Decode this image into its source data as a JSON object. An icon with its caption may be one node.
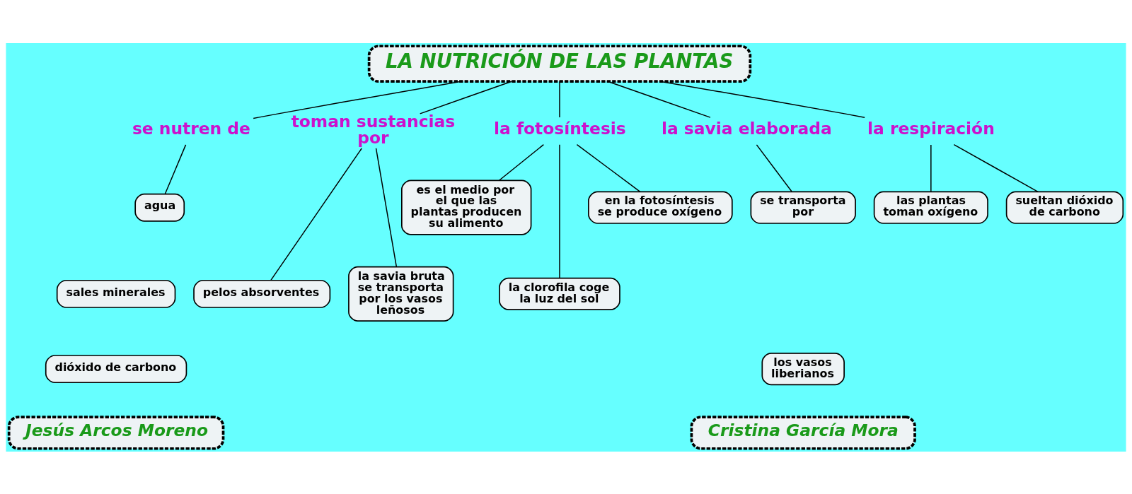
{
  "diagram": {
    "nodes": [
      {
        "text": [
          "LA NUTRICIÓN DE LAS PLANTAS"
        ]
      },
      {
        "text": [
          "se nutren de"
        ]
      },
      {
        "text": [
          "agua"
        ]
      },
      {
        "text": [
          "sales minerales"
        ]
      },
      {
        "text": [
          "dióxido de carbono"
        ]
      },
      {
        "text": [
          "toman sustancias por"
        ]
      },
      {
        "text": [
          "pelos absorventes"
        ]
      },
      {
        "text": [
          "la savia bruta se transporta por los vasos leñosos"
        ]
      },
      {
        "text": [
          "la fotosíntesis"
        ]
      },
      {
        "text": [
          "es el medio por el que las plantas producen su alimento"
        ]
      },
      {
        "text": [
          "en la fotosíntesis se produce oxígeno"
        ]
      },
      {
        "text": [
          "la clorofila coge la luz del sol"
        ]
      },
      {
        "text": [
          "la savia elaborada"
        ]
      },
      {
        "text": [
          "se transporta por"
        ]
      },
      {
        "text": [
          "los vasos liberianos"
        ]
      },
      {
        "text": [
          "la respiración"
        ]
      },
      {
        "text": [
          "las plantas toman oxígeno"
        ]
      },
      {
        "text": [
          "sueltan dióxido de carbono"
        ]
      },
      {
        "text": [
          "Jesús Arcos Moreno"
        ]
      },
      {
        "text": [
          "Cristina García Mora"
        ]
      }
    ],
    "edges": [
      {
        "from": 0,
        "to": 1,
        "arrow": "none"
      },
      {
        "from": 0,
        "to": 5,
        "arrow": "none"
      },
      {
        "from": 0,
        "to": 8,
        "arrow": "none"
      },
      {
        "from": 0,
        "to": 12,
        "arrow": "none"
      },
      {
        "from": 0,
        "to": 15,
        "arrow": "none"
      },
      {
        "from": 1,
        "to": 2,
        "arrow": "none"
      },
      {
        "from": 5,
        "to": 6,
        "arrow": "none"
      },
      {
        "from": 5,
        "to": 7,
        "arrow": "none"
      },
      {
        "from": 8,
        "to": 9,
        "arrow": "none"
      },
      {
        "from": 8,
        "to": 11,
        "arrow": "none"
      },
      {
        "from": 8,
        "to": 10,
        "arrow": "none"
      },
      {
        "from": 12,
        "to": 13,
        "arrow": "none"
      },
      {
        "from": 15,
        "to": 16,
        "arrow": "none"
      },
      {
        "from": 15,
        "to": 17,
        "arrow": "none"
      }
    ]
  }
}
